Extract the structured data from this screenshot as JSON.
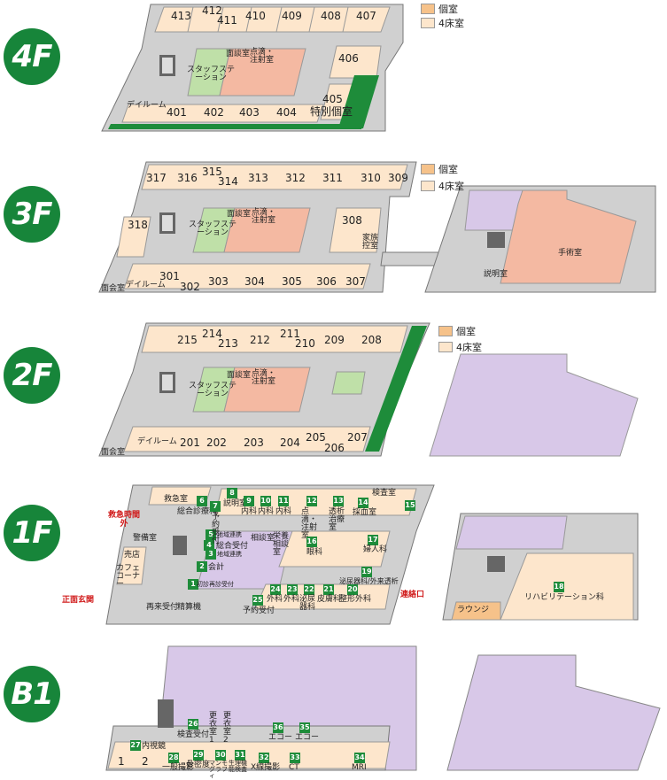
{
  "floors": [
    {
      "id": "4F",
      "badge": "4F"
    },
    {
      "id": "3F",
      "badge": "3F"
    },
    {
      "id": "2F",
      "badge": "2F"
    },
    {
      "id": "1F",
      "badge": "1F"
    },
    {
      "id": "B1",
      "badge": "B1"
    }
  ],
  "legend": {
    "private": "個室",
    "quad": "4床室"
  },
  "colors": {
    "private": "#f6c28a",
    "quad": "#fde6cc",
    "corridor": "#cfcfcf",
    "nurse": "#bfe0a8",
    "salmon": "#f4b9a2",
    "purple": "#d8c8e8",
    "green": "#1e8c3a"
  },
  "f4": {
    "rooms_top": [
      "413",
      "412",
      "411",
      "410",
      "409",
      "408",
      "407"
    ],
    "rooms_bottom": [
      "401",
      "402",
      "403",
      "404"
    ],
    "r406": "406",
    "r405": "405",
    "special": "特別個室",
    "dayroom": "デイルーム",
    "staff": "スタッフステーション",
    "consult": "面談室",
    "drip": "点滴・注射室"
  },
  "f3": {
    "rooms_top": [
      "317",
      "316",
      "315",
      "314",
      "313",
      "312",
      "311",
      "310",
      "309"
    ],
    "rooms_bottom": [
      "301",
      "302",
      "303",
      "304",
      "305",
      "306",
      "307"
    ],
    "r318": "318",
    "r308": "308",
    "family": "家族控室",
    "dayroom": "デイルーム",
    "visit": "面会室",
    "staff": "スタッフステーション",
    "consult": "面談室",
    "drip": "点滴・注射室",
    "surgery": "手術室",
    "explain": "説明室"
  },
  "f2": {
    "rooms_top": [
      "215",
      "214",
      "213",
      "212",
      "211",
      "210",
      "209",
      "208"
    ],
    "rooms_bottom": [
      "201",
      "202",
      "203",
      "204",
      "205",
      "206",
      "207"
    ],
    "dayroom": "デイルーム",
    "visit": "面会室",
    "staff": "スタッフステーション",
    "consult": "面談室",
    "drip": "点滴・注射室"
  },
  "f1": {
    "emergency": "救急室",
    "emergency_time": "救急時間外",
    "entrance": "正面玄関",
    "connect": "連絡口",
    "guard": "警備室",
    "shop": "売店",
    "cafe": "カフェコーナー",
    "reception": "再来受付",
    "pay": "精算機",
    "checkup": "検査室",
    "lounge": "ラウンジ",
    "counsel": "相談室",
    "nutrition": "栄養相談室",
    "items": [
      {
        "n": "1",
        "t": "初診再診受付"
      },
      {
        "n": "2",
        "t": "会計"
      },
      {
        "n": "3",
        "t": "地域連携"
      },
      {
        "n": "4",
        "t": "総合受付"
      },
      {
        "n": "5",
        "t": "地域連携"
      },
      {
        "n": "6",
        "t": "総合診療科"
      },
      {
        "n": "7",
        "t": "予約受付"
      },
      {
        "n": "8",
        "t": "説明室"
      },
      {
        "n": "9",
        "t": "内科"
      },
      {
        "n": "10",
        "t": "内科"
      },
      {
        "n": "11",
        "t": "内科"
      },
      {
        "n": "12",
        "t": "点滴・注射室"
      },
      {
        "n": "13",
        "t": "透析治療室"
      },
      {
        "n": "14",
        "t": "採血室"
      },
      {
        "n": "15",
        "t": ""
      },
      {
        "n": "16",
        "t": "眼科"
      },
      {
        "n": "17",
        "t": "婦人科"
      },
      {
        "n": "18",
        "t": "リハビリテーション科"
      },
      {
        "n": "19",
        "t": "泌尿器科/外来透析"
      },
      {
        "n": "20",
        "t": "整形外科"
      },
      {
        "n": "21",
        "t": "皮膚科"
      },
      {
        "n": "22",
        "t": "泌尿器科"
      },
      {
        "n": "23",
        "t": "外科"
      },
      {
        "n": "24",
        "t": "外科"
      },
      {
        "n": "25",
        "t": "予約受付"
      }
    ]
  },
  "b1": {
    "items": [
      {
        "n": "26",
        "t": "検査受付"
      },
      {
        "n": "27",
        "t": "内視鏡"
      },
      {
        "n": "28",
        "t": "一般撮影"
      },
      {
        "n": "29",
        "t": "骨密度"
      },
      {
        "n": "30",
        "t": "マンモグラフィ"
      },
      {
        "n": "31",
        "t": "生理機能検査"
      },
      {
        "n": "32",
        "t": "X線撮影"
      },
      {
        "n": "33",
        "t": "CT"
      },
      {
        "n": "34",
        "t": "MRI"
      },
      {
        "n": "35",
        "t": "エコー"
      },
      {
        "n": "36",
        "t": "エコー"
      }
    ],
    "change1": "更衣室1",
    "change2": "更衣室2",
    "r1": "1",
    "r2": "2"
  }
}
